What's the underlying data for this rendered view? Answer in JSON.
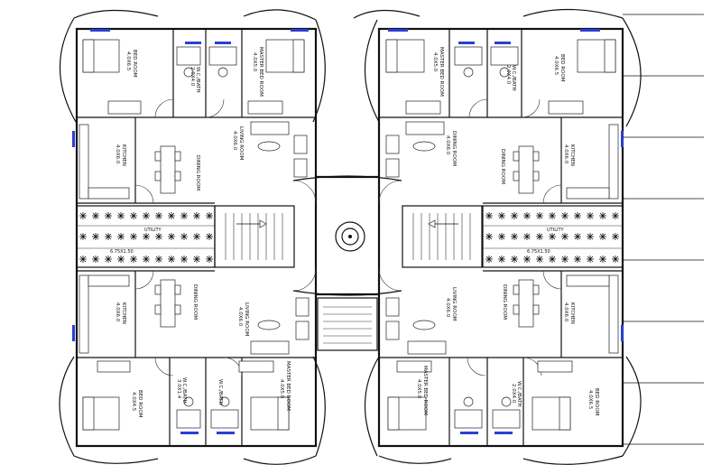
{
  "labels": {
    "bed_room": "BED ROOM",
    "bed_room_size_a": "4.0X6.5",
    "bed_room_size_b": "4.0X4.5",
    "master_bed_room": "MASTER BED ROOM",
    "master_bed_room_size": "4.0X5.0",
    "wc_bath": "W.C./BATH",
    "wc_bath_size": "2.0X4.0",
    "wc_bath_size_b": "3.0X1.4",
    "dining_room": "DINING ROOM",
    "living_room": "LIVING ROOM",
    "living_room_size": "4.0X6.0",
    "kitchen": "KITCHEN",
    "kitchen_size": "4.0X6.0",
    "utility": "UTILITY",
    "utility_size": "6.75X1.50"
  },
  "colors": {
    "line": "#111111",
    "window_accent": "#2b3fd8",
    "background": "#ffffff"
  }
}
